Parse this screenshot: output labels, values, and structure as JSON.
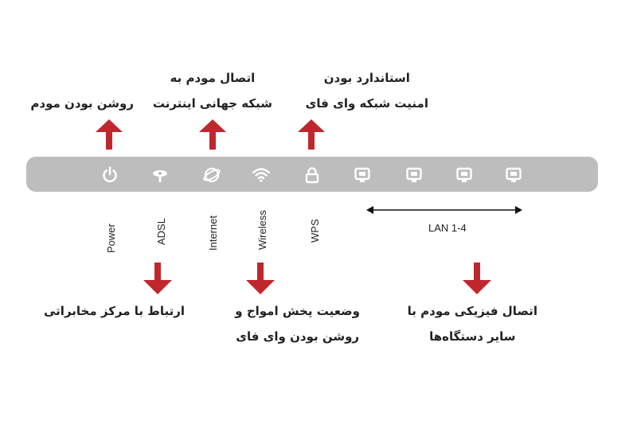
{
  "indicators": [
    {
      "label": "Power",
      "icon": "power-icon"
    },
    {
      "label": "ADSL",
      "icon": "adsl-icon"
    },
    {
      "label": "Internet",
      "icon": "internet-icon"
    },
    {
      "label": "Wireless",
      "icon": "wifi-icon"
    },
    {
      "label": "WPS",
      "icon": "lock-icon"
    },
    {
      "icon": "lan-port-icon"
    },
    {
      "icon": "lan-port-icon"
    },
    {
      "icon": "lan-port-icon"
    },
    {
      "icon": "lan-port-icon"
    }
  ],
  "lan_range_label": "LAN 1-4",
  "captions_top": {
    "power": {
      "line1": "روشن بودن مودم"
    },
    "internet": {
      "line1": "اتصال مودم به",
      "line2": "شبکه جهانی اینترنت"
    },
    "wps": {
      "line1": "استاندارد بودن",
      "line2": "امنیت شبکه وای فای"
    }
  },
  "captions_bottom": {
    "adsl": {
      "line1": "ارتباط با مرکز مخابراتی"
    },
    "wireless": {
      "line1": "وضعیت پخش امواج و",
      "line2": "روشن بودن وای فای"
    },
    "lan": {
      "line1": "اتصال فیزیکی مودم با",
      "line2": "سایر دستگاه‌ها"
    }
  },
  "colors": {
    "arrow": "#c0272d",
    "panel": "#bdbdbd",
    "icon": "#ffffff"
  }
}
